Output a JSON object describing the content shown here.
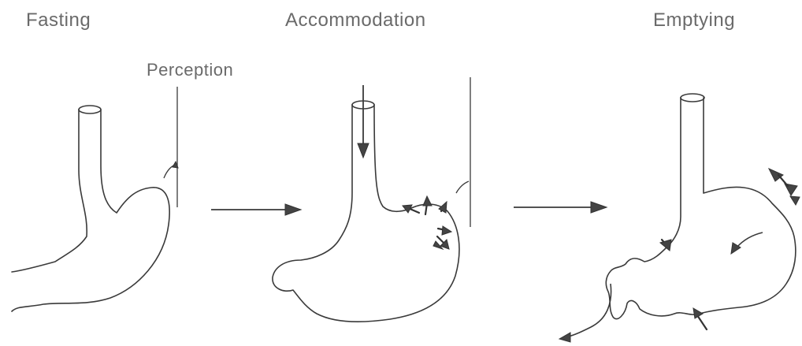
{
  "phases": {
    "fasting": "Fasting",
    "accommodation": "Accommodation",
    "emptying": "Emptying"
  },
  "perception": "Perception"
}
